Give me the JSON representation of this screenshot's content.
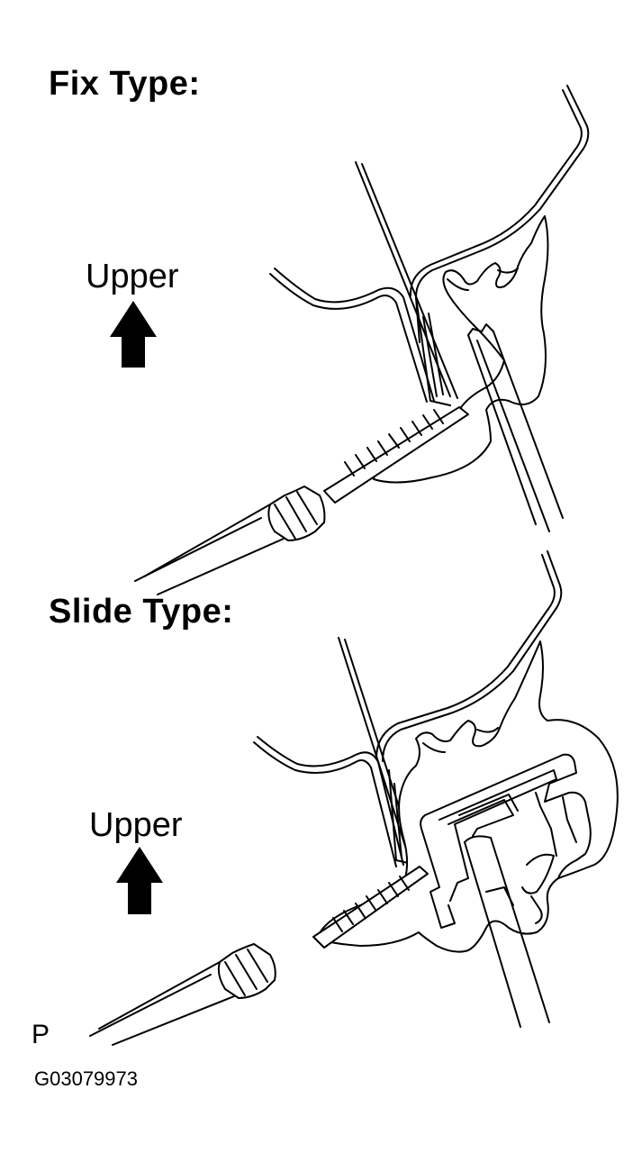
{
  "sections": [
    {
      "title": "Fix Type:",
      "direction_label": "Upper"
    },
    {
      "title": "Slide Type:",
      "direction_label": "Upper"
    }
  ],
  "footer": {
    "code_letter": "P",
    "figure_id": "G03079973"
  },
  "colors": {
    "ink": "#000000",
    "paper": "#ffffff"
  }
}
